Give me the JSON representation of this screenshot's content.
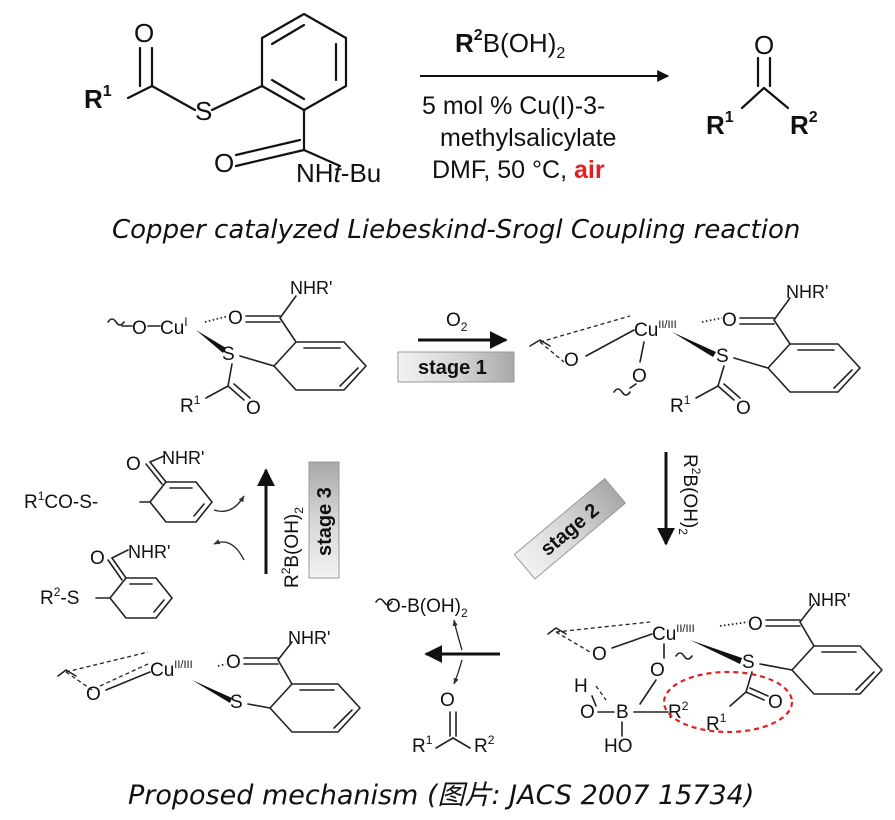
{
  "reaction": {
    "substrate": {
      "r1": "R",
      "r1_sup": "1",
      "s": "S",
      "o": "O",
      "amide_o": "O",
      "amide_n": "NH",
      "amide_t": "t",
      "amide_bu": "-Bu"
    },
    "reagent": {
      "r": "R",
      "sup": "2",
      "rest": "B(OH)",
      "sub": "2"
    },
    "conditions": {
      "line1": "5 mol % Cu(I)-3-",
      "line2": "methylsalicylate",
      "line3_plain": "DMF, 50 °C, ",
      "line3_red": "air",
      "red_color": "#e02020"
    },
    "product": {
      "o": "O",
      "r1": "R",
      "r1_sup": "1",
      "r2": "R",
      "r2_sup": "2"
    }
  },
  "caption_top": "Copper catalyzed Liebeskind-Srogl Coupling reaction",
  "mechanism": {
    "stage1_label": "stage 1",
    "stage2_label": "stage 2",
    "stage3_label": "stage 3",
    "o2": "O",
    "o2_sub": "2",
    "boronic": "R",
    "boronic_sup": "2",
    "boronic_rest": "B(OH)",
    "boronic_sub": "2",
    "nhr": "NHR'",
    "s": "S",
    "o": "O",
    "cu": "Cu",
    "cu_i_ox": "I",
    "cu_ox": "II/III",
    "r1": "R",
    "r1_sup": "1",
    "r2": "R",
    "r2_sup": "2",
    "h": "H",
    "b": "B",
    "ho": "HO",
    "r1co": "R",
    "r1co_sup": "1",
    "r1co_rest": "CO-S-",
    "r2s": "R",
    "r2s_sup": "2",
    "r2s_rest": "-S",
    "o_boh2": "O-B(OH)",
    "o_boh2_sub": "2",
    "ellipse_color": "#e02020"
  },
  "caption_bottom": "Proposed mechanism (图片: JACS 2007 15734)"
}
